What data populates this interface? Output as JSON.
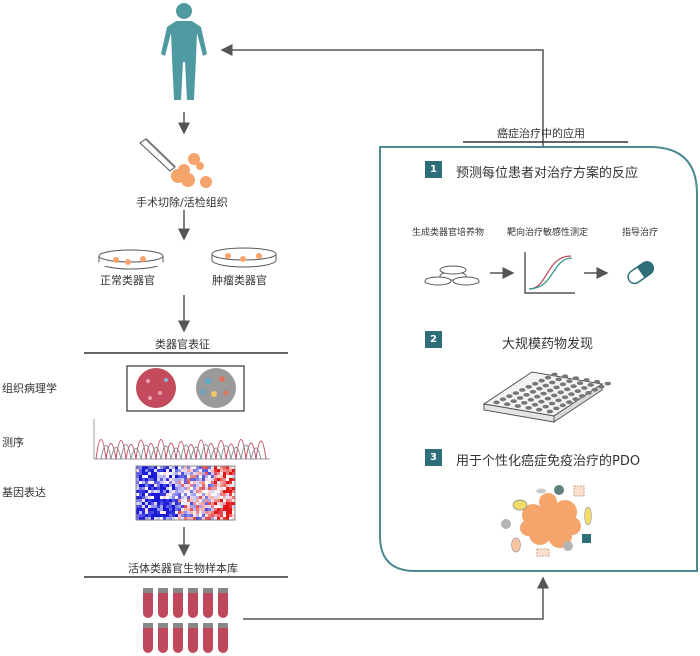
{
  "left_flow": {
    "surgery_label": "手术切除/活检组织",
    "normal_label": "正常类器官",
    "tumor_label": "肿瘤类器官",
    "characterization_label": "类器官表征",
    "histology_label": "组织病理学",
    "sequencing_label": "测序",
    "expression_label": "基因表达",
    "biobank_label": "活体类器官生物样本库"
  },
  "right_panel": {
    "title": "癌症治疗中的应用",
    "step1": {
      "num": "1",
      "title": "预测每位患者对治疗方案的反应",
      "sub1": "生成类器官培养物",
      "sub2": "靶向治疗敏感性测定",
      "sub3": "指导治疗"
    },
    "step2": {
      "num": "2",
      "title": "大规模药物发现"
    },
    "step3": {
      "num": "3",
      "title": "用于个性化癌症免疫治疗的PDO"
    }
  },
  "colors": {
    "teal": "#2e6e78",
    "human": "#4f9aa0",
    "organoid": "#f5a46b",
    "tube": "#c0485c",
    "arrow": "#555555"
  }
}
